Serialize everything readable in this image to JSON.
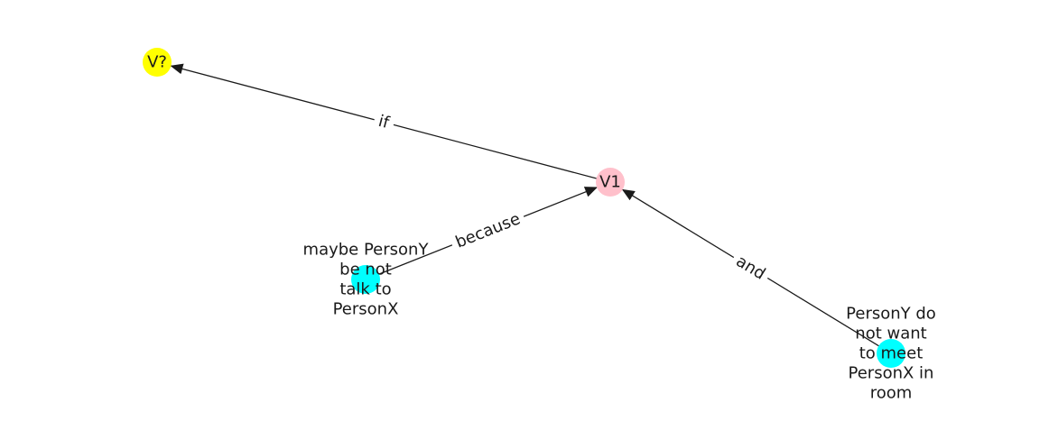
{
  "graph": {
    "nodes": [
      {
        "id": "v_q",
        "label": [
          "V?"
        ],
        "color": "#ffff00"
      },
      {
        "id": "v1",
        "label": [
          "V1"
        ],
        "color": "#ffc0cb"
      },
      {
        "id": "c1",
        "label": [
          "maybe PersonY",
          "be not",
          "talk to",
          "PersonX"
        ],
        "color": "#00ffff"
      },
      {
        "id": "c2",
        "label": [
          "PersonY do",
          "not want",
          "to meet",
          "PersonX in",
          "room"
        ],
        "color": "#00ffff"
      }
    ],
    "edges": [
      {
        "from": "v1",
        "to": "v_q",
        "label": "if"
      },
      {
        "from": "c1",
        "to": "v1",
        "label": "because"
      },
      {
        "from": "c2",
        "to": "v1",
        "label": "and"
      }
    ]
  }
}
